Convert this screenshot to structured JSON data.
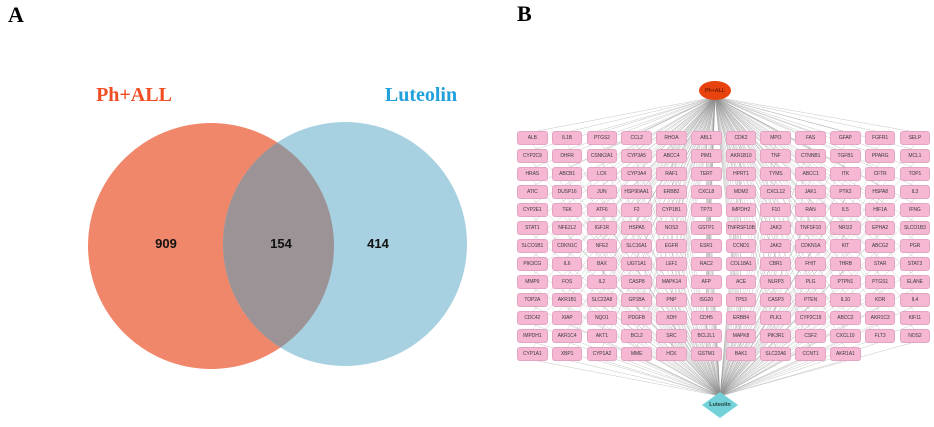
{
  "panel_a": {
    "label": "A",
    "venn": {
      "left_set": {
        "name": "Ph+ALL",
        "unique_count": "909",
        "label_color": "#F04E23",
        "fill": "#F0876A"
      },
      "right_set": {
        "name": "Luteolin",
        "unique_count": "414",
        "label_color": "#21A0DB",
        "fill": "#A7D1E1"
      },
      "overlap": {
        "count": "154",
        "fill": "#9B9395"
      }
    }
  },
  "panel_b": {
    "label": "B",
    "top_node": {
      "label": "Ph+ALL",
      "shape": "ellipse",
      "fill": "#E8430E",
      "text_color": "#7D1F02"
    },
    "bottom_node": {
      "label": "Luteolin",
      "shape": "diamond",
      "fill": "#72D1D9",
      "text_color": "#23403f"
    },
    "gene_node_style": {
      "fill": "#F5B7D2",
      "border": "#E2A5C4",
      "text_color": "#3c3c3c"
    },
    "edge_color": "#8F8F8F",
    "gene_rows": [
      [
        "ALB",
        "IL1B",
        "PTGS2",
        "CCL2",
        "RHOA",
        "ABL1",
        "CDK2",
        "MPO",
        "FAS",
        "GFAP",
        "FGFR1",
        "SELP"
      ],
      [
        "CYP2C9",
        "DHFR",
        "CSNK2A1",
        "CYP3A5",
        "ABCC4",
        "PIM1",
        "AKR1B10",
        "TNF",
        "CTNNB1",
        "TGFB1",
        "PPARG",
        "MCL1"
      ],
      [
        "HRAS",
        "ABCB1",
        "LCK",
        "CYP3A4",
        "RAF1",
        "TERT",
        "HPRT1",
        "TYMS",
        "ABCC1",
        "ITK",
        "CFTR",
        "TOP1"
      ],
      [
        "ATIC",
        "DUSP16",
        "JUN",
        "HSP90AA1",
        "ERBB2",
        "CXCL8",
        "MDM2",
        "CXCL12",
        "JAK1",
        "PTK2",
        "HSPA8",
        "IL3"
      ],
      [
        "CYP2E1",
        "TEK",
        "ATF6",
        "F2",
        "CYP1B1",
        "TP73",
        "IMPDH2",
        "F10",
        "RAN",
        "IL5",
        "HIF1A",
        "IFNG"
      ],
      [
        "STAT1",
        "NFE2L2",
        "IGF1R",
        "HSPA5",
        "NOS3",
        "GSTP1",
        "TNFRSF10B",
        "JAK3",
        "TNFSF10",
        "NR1I2",
        "EPHA2",
        "SLCO1B3"
      ],
      [
        "SLCO1B1",
        "CDKN1C",
        "NFE2",
        "SLC16A1",
        "EGFR",
        "ESR1",
        "CCND1",
        "JAK2",
        "CDKN1A",
        "KIT",
        "ABCG2",
        "PGR"
      ],
      [
        "PIK3CG",
        "IL6",
        "BAX",
        "UGT1A1",
        "LEF1",
        "RAC2",
        "COL18A1",
        "CBR1",
        "FHIT",
        "THRB",
        "STAR",
        "STAT3"
      ],
      [
        "MMP9",
        "FOS",
        "IL2",
        "CASP8",
        "MAPK14",
        "AFP",
        "ACE",
        "NLRP3",
        "PLG",
        "PTPN1",
        "PTGS1",
        "ELANE"
      ],
      [
        "TOP2A",
        "AKR1B1",
        "SLC22A8",
        "GP1BA",
        "PNP",
        "ISG20",
        "TP53",
        "CASP3",
        "PTEN",
        "IL10",
        "KDR",
        "IL4"
      ],
      [
        "CDC42",
        "XIAP",
        "NQO1",
        "PDGFB",
        "XDH",
        "CDH5",
        "ERBB4",
        "PLK1",
        "CYP2C19",
        "ABCC2",
        "AKR1C3",
        "KIF11"
      ],
      [
        "IMPDH1",
        "AKR1C4",
        "AKT1",
        "BCL2",
        "SRC",
        "BCL2L1",
        "MAPK8",
        "PIK3R1",
        "CSF2",
        "CXCL10",
        "FLT3",
        "NOS2"
      ],
      [
        "CYP1A1",
        "XBP1",
        "CYP1A2",
        "MME",
        "HCK",
        "GSTM1",
        "BAK1",
        "SLC22A6",
        "CCNT1",
        "AKR1A1"
      ]
    ]
  }
}
